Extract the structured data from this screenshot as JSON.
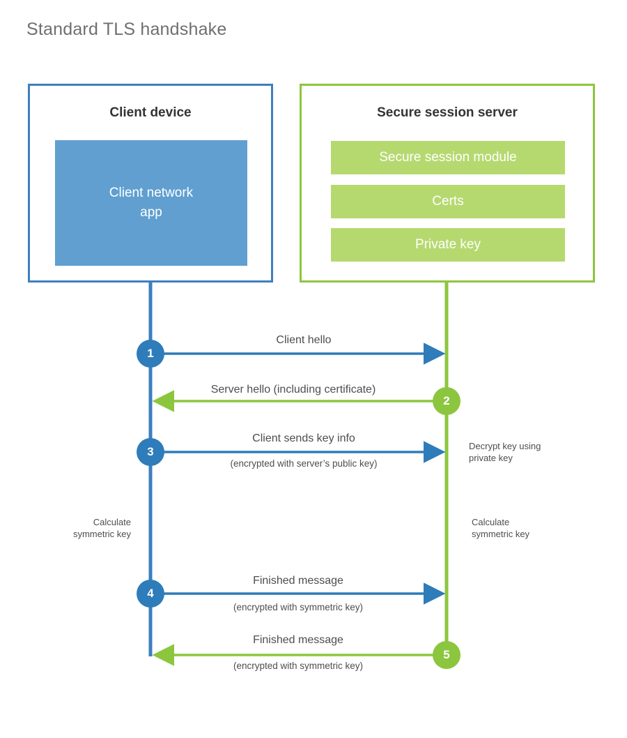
{
  "page": {
    "title": "Standard TLS handshake",
    "background": "#ffffff"
  },
  "colors": {
    "client_blue": "#3d7fbf",
    "client_blue_fill": "#609fd0",
    "client_step_circle": "#2e7cba",
    "server_green": "#8cc63e",
    "server_green_fill": "#b5d96f",
    "text_gray": "#4d4d4d",
    "title_gray": "#6f6f6f"
  },
  "actors": {
    "client": {
      "title": "Client device",
      "app_label": "Client network\napp",
      "app_line1": "Client network",
      "app_line2": "app"
    },
    "server": {
      "title": "Secure session server",
      "components": [
        "Secure session module",
        "Certs",
        "Private key"
      ]
    }
  },
  "messages": [
    {
      "step": "1",
      "label": "Client hello",
      "sublabel": "",
      "direction": "client-to-server",
      "color": "#2e7cba"
    },
    {
      "step": "2",
      "label": "Server hello (including certificate)",
      "sublabel": "",
      "direction": "server-to-client",
      "color": "#8cc63e"
    },
    {
      "step": "3",
      "label": "Client sends key info",
      "sublabel": "(encrypted with server’s public key)",
      "direction": "client-to-server",
      "color": "#2e7cba"
    },
    {
      "step": "4",
      "label": "Finished message",
      "sublabel": "(encrypted with symmetric key)",
      "direction": "client-to-server",
      "color": "#2e7cba"
    },
    {
      "step": "5",
      "label": "Finished message",
      "sublabel": "(encrypted with symmetric key)",
      "direction": "server-to-client",
      "color": "#8cc63e"
    }
  ],
  "notes": {
    "server_decrypt": "Decrypt key using\nprivate key",
    "client_calculate": "Calculate\nsymmetric key",
    "server_calculate": "Calculate\nsymmetric key"
  }
}
